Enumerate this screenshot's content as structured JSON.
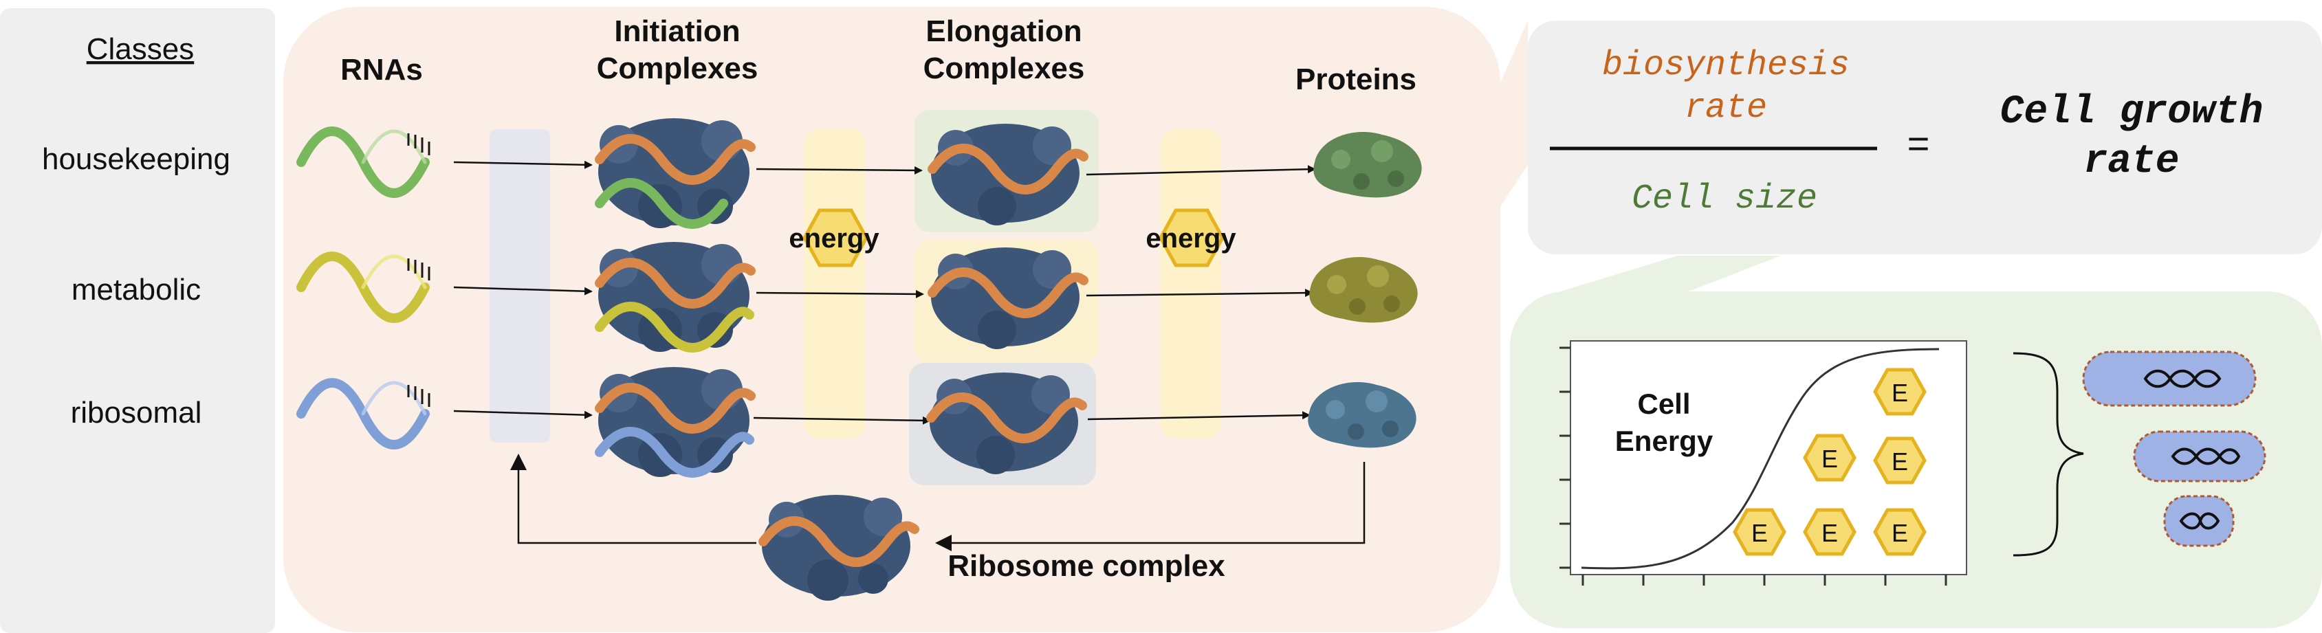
{
  "classes_panel": {
    "header": "Classes",
    "rows": [
      "housekeeping",
      "metabolic",
      "ribosomal"
    ]
  },
  "pipeline": {
    "stages": {
      "rnas": "RNAs",
      "initiation_l1": "Initiation",
      "initiation_l2": "Complexes",
      "elongation_l1": "Elongation",
      "elongation_l2": "Complexes",
      "proteins": "Proteins"
    },
    "energy_labels": [
      "energy",
      "energy"
    ],
    "ribosome_complex": "Ribosome complex"
  },
  "equation": {
    "numerator_l1": "biosynthesis",
    "numerator_l2": "rate",
    "denominator": "Cell size",
    "equals": "=",
    "result_l1": "Cell growth",
    "result_l2": "rate"
  },
  "energy_chart": {
    "label_l1": "Cell",
    "label_l2": "Energy",
    "hex_letter": "E"
  },
  "colors": {
    "housekeeping": "#7ab85e",
    "metabolic": "#c9c23a",
    "ribosomal": "#7f9fd6",
    "orange_rna": "#d9884a",
    "ribosome_blue": "#3d5577",
    "energy_yellow": "#f7dc74",
    "energy_stroke": "#e6b320",
    "numerator_text": "#c8631c",
    "denominator_text": "#4e7a36",
    "cell_fill": "#9fb2e6",
    "cell_stroke": "#b2592b",
    "pipeline_bg": "#fbeee6",
    "classes_bg": "#efefef",
    "equation_bg": "#efefef",
    "chart_bg": "#eaf3e3"
  }
}
